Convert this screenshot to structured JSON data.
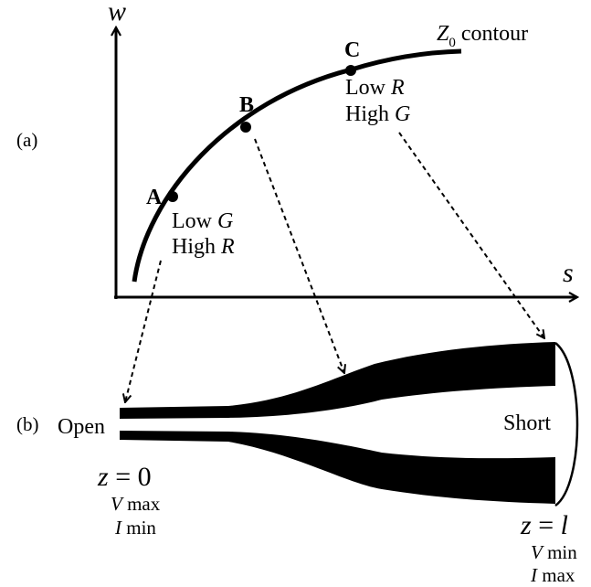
{
  "panel_a": {
    "panel_label": "(a)",
    "axis_y_label": "w",
    "axis_x_label": "s",
    "curve_label_main": "Z",
    "curve_label_sub": "0",
    "curve_label_rest": " contour",
    "points": [
      {
        "id": "A",
        "lines": [
          {
            "plain": "Low ",
            "italic": "G"
          },
          {
            "plain": "High ",
            "italic": "R"
          }
        ]
      },
      {
        "id": "B",
        "lines": []
      },
      {
        "id": "C",
        "lines": [
          {
            "plain": "Low ",
            "italic": "R"
          },
          {
            "plain": "High ",
            "italic": "G"
          }
        ]
      }
    ]
  },
  "panel_b": {
    "panel_label": "(b)",
    "open_label": "Open",
    "short_label": "Short",
    "left_end": {
      "position_var": "z",
      "position_eq": " = 0",
      "v_var": "V",
      "v_text": " max",
      "i_var": "I",
      "i_text": " min"
    },
    "right_end": {
      "position_var": "z",
      "position_eq": " = ",
      "position_val": "l",
      "v_var": "V",
      "v_text": " min",
      "i_var": "I",
      "i_text": " max"
    }
  }
}
